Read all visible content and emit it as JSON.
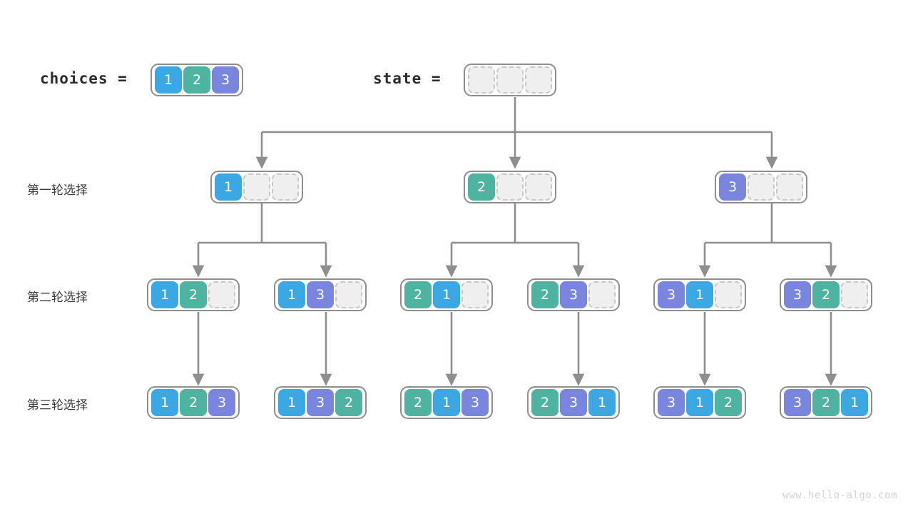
{
  "diagram": {
    "title_labels": {
      "choices": "choices =",
      "state": "state ="
    },
    "row_labels": [
      "第一轮选择",
      "第二轮选择",
      "第三轮选择"
    ],
    "watermark": "www.hello-algo.com",
    "colors": {
      "value_1": "#3ba7e3",
      "value_2": "#4fb3a1",
      "value_3": "#7a85de",
      "empty_cell_fill": "#efefef",
      "empty_cell_border": "#c8c8c8",
      "node_border": "#8e8e8e",
      "edge": "#8e8e8e",
      "text": "#3c3c3c",
      "watermark": "#d2d2d2"
    },
    "header": {
      "choices_node": {
        "cells": [
          "1",
          "2",
          "3"
        ]
      },
      "state_node": {
        "cells": [
          "",
          "",
          ""
        ]
      }
    },
    "tree": {
      "root": {
        "cells": [
          "",
          "",
          ""
        ]
      },
      "level_1": [
        {
          "cells": [
            "1",
            "",
            ""
          ]
        },
        {
          "cells": [
            "2",
            "",
            ""
          ]
        },
        {
          "cells": [
            "3",
            "",
            ""
          ]
        }
      ],
      "level_2": [
        {
          "cells": [
            "1",
            "2",
            ""
          ]
        },
        {
          "cells": [
            "1",
            "3",
            ""
          ]
        },
        {
          "cells": [
            "2",
            "1",
            ""
          ]
        },
        {
          "cells": [
            "2",
            "3",
            ""
          ]
        },
        {
          "cells": [
            "3",
            "1",
            ""
          ]
        },
        {
          "cells": [
            "3",
            "2",
            ""
          ]
        }
      ],
      "level_3": [
        {
          "cells": [
            "1",
            "2",
            "3"
          ]
        },
        {
          "cells": [
            "1",
            "3",
            "2"
          ]
        },
        {
          "cells": [
            "2",
            "1",
            "3"
          ]
        },
        {
          "cells": [
            "2",
            "3",
            "1"
          ]
        },
        {
          "cells": [
            "3",
            "1",
            "2"
          ]
        },
        {
          "cells": [
            "3",
            "2",
            "1"
          ]
        }
      ]
    }
  }
}
